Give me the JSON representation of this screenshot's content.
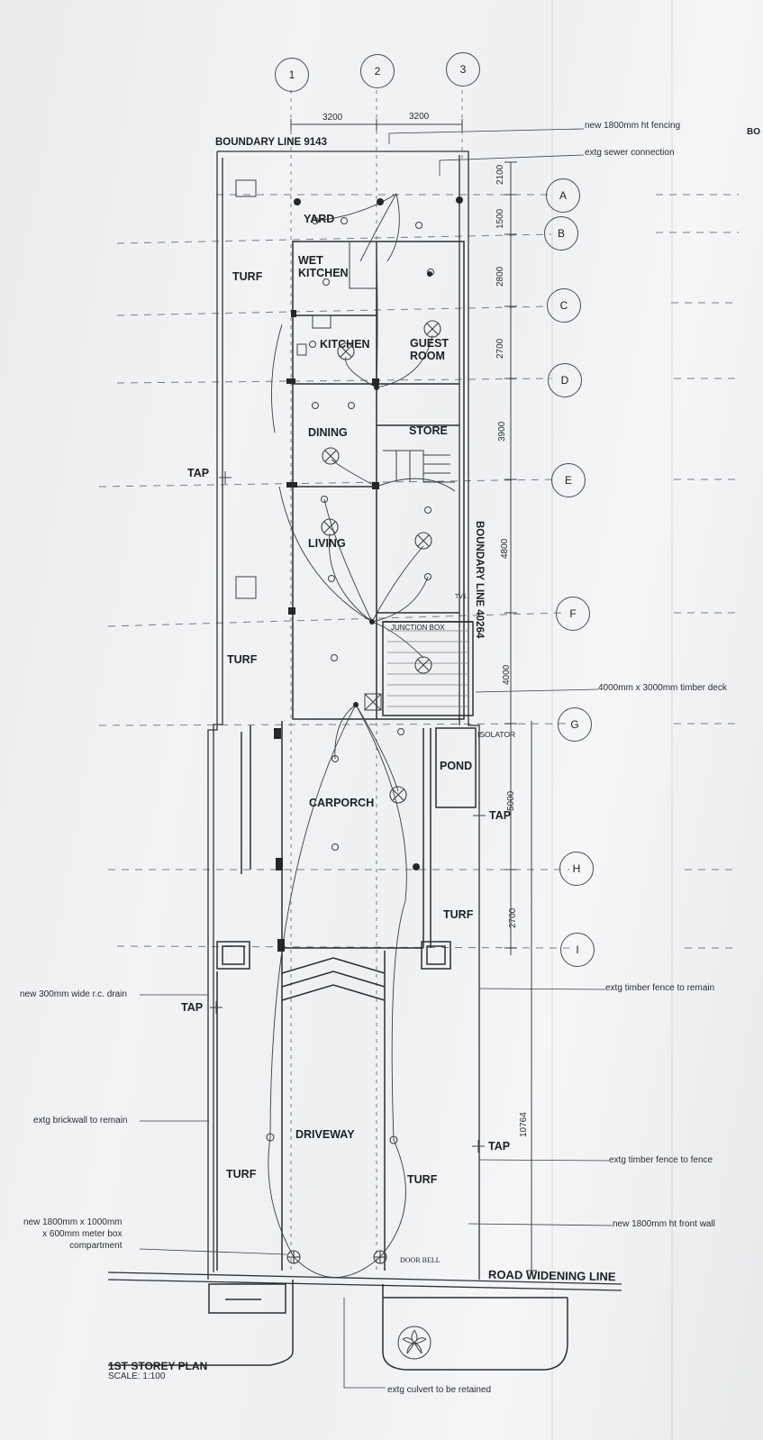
{
  "boundary": {
    "top": "BOUNDARY LINE 9143",
    "right": "BOUNDARY LINE 40264",
    "road": "ROAD WIDENING LINE"
  },
  "grid": {
    "numbers": [
      "1",
      "2",
      "3"
    ],
    "letters": [
      "A",
      "B",
      "C",
      "D",
      "E",
      "F",
      "G",
      "H",
      "I"
    ]
  },
  "dims": {
    "top": [
      "3200",
      "3200"
    ],
    "right": [
      "2100",
      "1500",
      "2800",
      "2700",
      "3900",
      "4800",
      "4000",
      "5000",
      "2700",
      "10764"
    ]
  },
  "rooms": {
    "yard": "YARD",
    "wet_kitchen": "WET\nKITCHEN",
    "kitchen": "KITCHEN",
    "guest_room": "GUEST\nROOM",
    "dining": "DINING",
    "store": "STORE",
    "living": "LIVING",
    "carporch": "CARPORCH",
    "pond": "POND",
    "driveway": "DRIVEWAY"
  },
  "landscape": {
    "turf": "TURF",
    "tap": "TAP"
  },
  "small": {
    "junction_box": "JUNCTION BOX",
    "isolator": "ISOLATOR",
    "door_bell": "DOOR BELL",
    "tv": "TV1",
    "bo": "BO"
  },
  "notes": {
    "fencing": "new 1800mm ht fencing",
    "sewer": "extg sewer connection",
    "deck": "4000mm x 3000mm timber deck",
    "fence_remain": "extg timber fence to remain",
    "drain": "new 300mm wide r.c. drain",
    "brickwall": "extg brickwall to remain",
    "fence_fence": "extg timber fence to fence",
    "meter_box": "new 1800mm x 1000mm\nx 600mm meter box\ncompartment",
    "front_wall": "new 1800mm ht front wall",
    "culvert": "extg culvert to be retained"
  },
  "title": {
    "name": "1ST STOREY PLAN",
    "scale": "SCALE: 1:100"
  }
}
